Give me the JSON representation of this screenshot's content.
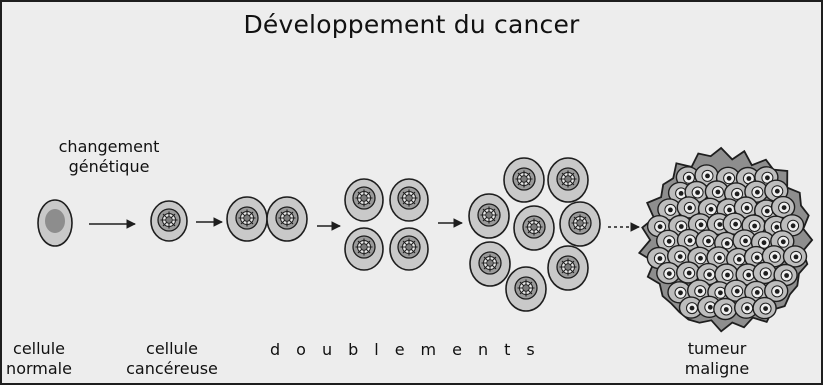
{
  "title": "Développement du cancer",
  "labels": {
    "changement_line1": "changement",
    "changement_line2": "génétique",
    "cellule_normale_line1": "cellule",
    "cellule_normale_line2": "normale",
    "cellule_cancereuse_line1": "cellule",
    "cellule_cancereuse_line2": "cancéreuse",
    "doublements": "doublements",
    "tumeur_line1": "tumeur",
    "tumeur_line2": "maligne"
  },
  "colors": {
    "background": "#ededed",
    "cell_fill": "#c9c9c9",
    "nucleus_fill": "#8d8d8d",
    "outline": "#1e1e1e"
  }
}
